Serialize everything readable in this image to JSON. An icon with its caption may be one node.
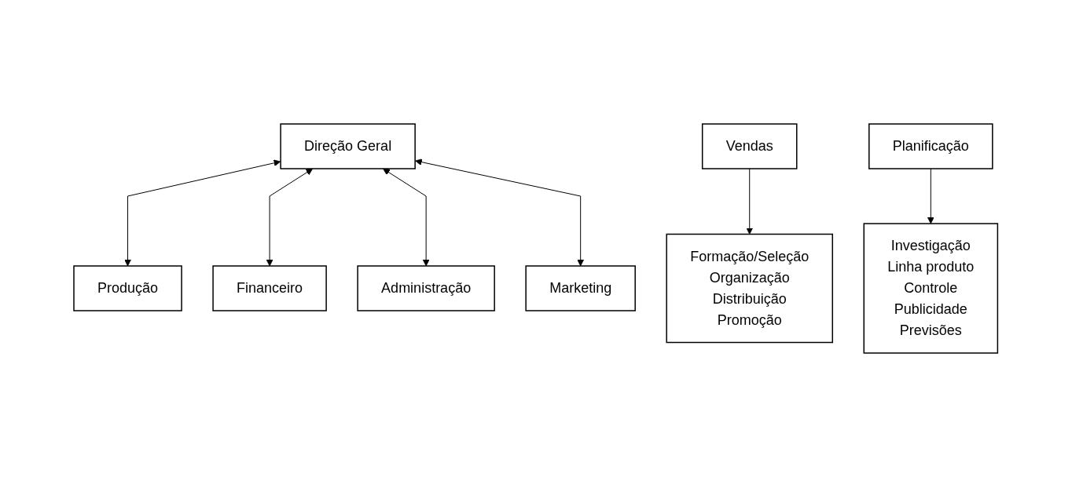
{
  "diagram": {
    "nodes": [
      {
        "text": [
          "Direção Geral"
        ]
      },
      {
        "text": [
          "Produção"
        ]
      },
      {
        "text": [
          "Financeiro"
        ]
      },
      {
        "text": [
          "Administração"
        ]
      },
      {
        "text": [
          "Vendas"
        ]
      },
      {
        "text": [
          "Marketing"
        ]
      },
      {
        "text": [
          "Planificação"
        ]
      },
      {
        "text": [
          "Formação/Seleção",
          "Organização",
          "Distribuição",
          "Promoção"
        ]
      },
      {
        "text": [
          "Investigação",
          "Linha produto",
          "Controle",
          "Publicidade",
          "Previsões"
        ]
      }
    ],
    "edges": [
      {
        "from": 0,
        "to": 1,
        "arrow": "both"
      },
      {
        "from": 0,
        "to": 2,
        "arrow": "both"
      },
      {
        "from": 0,
        "to": 3,
        "arrow": "both"
      },
      {
        "from": 0,
        "to": 5,
        "arrow": "both"
      },
      {
        "from": 4,
        "to": 7,
        "arrow": "to"
      },
      {
        "from": 6,
        "to": 8,
        "arrow": "to"
      }
    ]
  }
}
